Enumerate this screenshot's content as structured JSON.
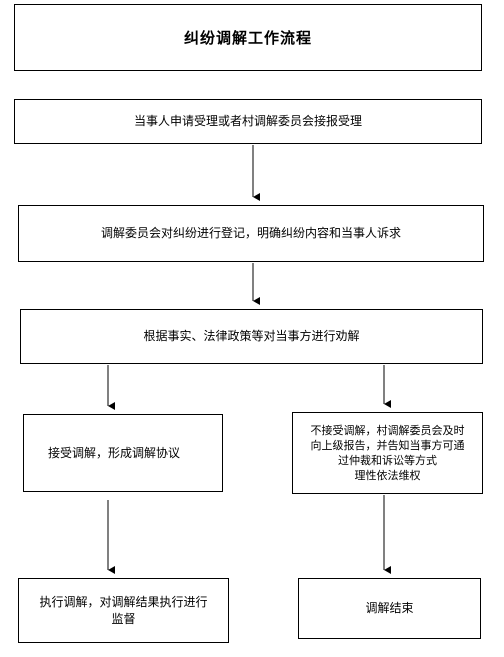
{
  "title": "纠纷调解工作流程",
  "steps": {
    "s1": "当事人申请受理或者村调解委员会接报受理",
    "s2": "调解委员会对纠纷进行登记，明确纠纷内容和当事人诉求",
    "s3": "根据事实、法律政策等对当事方进行劝解",
    "s4": "接受调解，形成调解协议",
    "s5_line1": "不接受调解，村调解委员会及时",
    "s5_line2": "向上级报告，并告知当事方可通",
    "s5_line3": "过仲裁和诉讼等方式",
    "s5_line4": "理性依法维权",
    "s6_line1": "执行调解，对调解结果执行进行",
    "s6_line2": "监督",
    "s7": "调解结束"
  },
  "colors": {
    "border": "#000000",
    "background": "#ffffff"
  }
}
